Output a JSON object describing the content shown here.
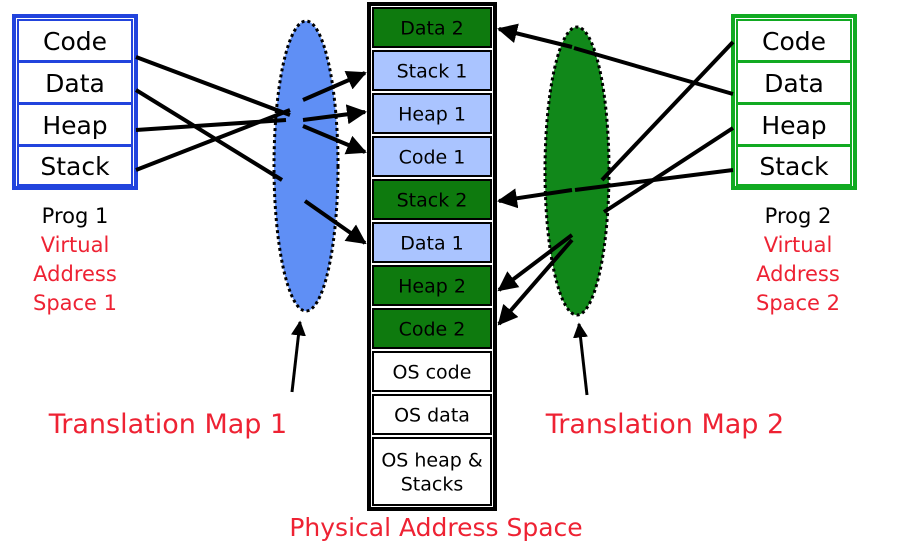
{
  "prog1": {
    "segments": [
      "Code",
      "Data",
      "Heap",
      "Stack"
    ],
    "name": "Prog 1",
    "space_lines": [
      "Virtual",
      "Address",
      "Space 1"
    ],
    "border_color": "#2244dd"
  },
  "prog2": {
    "segments": [
      "Code",
      "Data",
      "Heap",
      "Stack"
    ],
    "name": "Prog 2",
    "space_lines": [
      "Virtual",
      "Address",
      "Space 2"
    ],
    "border_color": "#11aa22"
  },
  "physical": {
    "label": "Physical Address Space",
    "cells": [
      {
        "text": "Data 2",
        "owner": "prog2"
      },
      {
        "text": "Stack 1",
        "owner": "prog1"
      },
      {
        "text": "Heap 1",
        "owner": "prog1"
      },
      {
        "text": "Code 1",
        "owner": "prog1"
      },
      {
        "text": "Stack 2",
        "owner": "prog2"
      },
      {
        "text": "Data 1",
        "owner": "prog1"
      },
      {
        "text": "Heap 2",
        "owner": "prog2"
      },
      {
        "text": "Code 2",
        "owner": "prog2"
      },
      {
        "text": "OS code",
        "owner": "os"
      },
      {
        "text": "OS data",
        "owner": "os"
      },
      {
        "text": [
          "OS heap &",
          "Stacks"
        ],
        "owner": "os"
      }
    ]
  },
  "maps": {
    "map1_label": "Translation Map 1",
    "map2_label": "Translation Map 2"
  },
  "colors": {
    "prog1_fill": "#aac4ff",
    "prog2_fill": "#0e7a0e",
    "os_fill": "#ffffff",
    "map1_fill": "#5f8ff5",
    "map2_fill": "#11881a",
    "label_red": "#ee2233"
  }
}
